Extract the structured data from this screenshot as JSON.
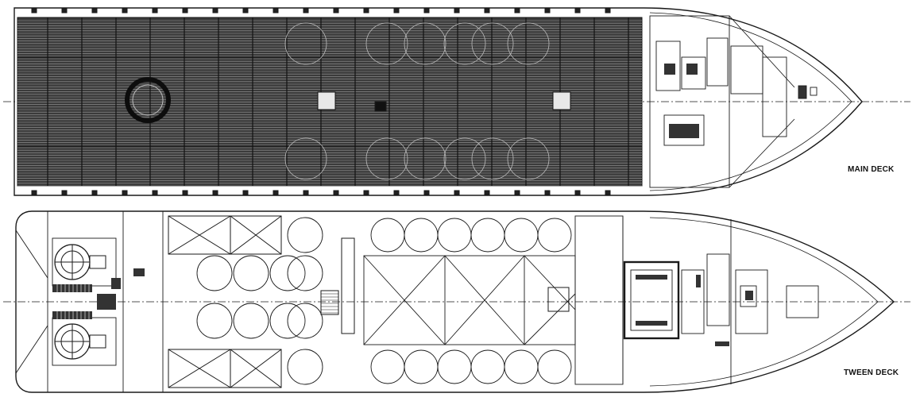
{
  "drawing": {
    "decks": [
      {
        "id": "main",
        "label": "MAIN DECK"
      },
      {
        "id": "tween",
        "label": "TWEEN DECK"
      }
    ],
    "colors": {
      "line": "#1a1a1a",
      "background": "#ffffff"
    }
  }
}
